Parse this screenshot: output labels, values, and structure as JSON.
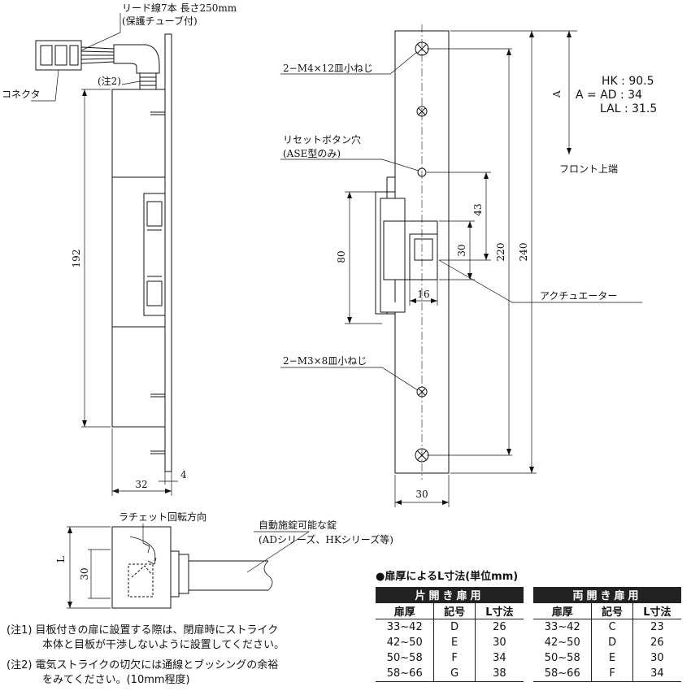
{
  "labels": {
    "lead_wire_1": "リード線7本 長さ250mm",
    "lead_wire_2": "(保護チューブ付)",
    "connector": "コネクタ",
    "note2_mark": "(注2)",
    "screw_m4": "2−M4×12皿小ねじ",
    "reset_1": "リセットボタン穴",
    "reset_2": "(ASE型のみ)",
    "actuator": "アクチュエーター",
    "screw_m3": "2−M3×8皿小ねじ",
    "front_top": "フロント上端",
    "ratchet": "ラチェット回転方向",
    "auto_lock_1": "自動施錠可能な錠",
    "auto_lock_2": "(ADシリーズ、HKシリーズ等)",
    "hk": "HK : 90.5",
    "ad": "A = AD : 34",
    "lal": "LAL : 31.5",
    "a": "A",
    "l": "L"
  },
  "dims": {
    "d192": "192",
    "d32": "32",
    "d4": "4",
    "d43": "43",
    "d80": "80",
    "d30v": "30",
    "d220": "220",
    "d240": "240",
    "d16": "16",
    "d30h": "30",
    "d30b": "30"
  },
  "notes": {
    "n1_l1": "(注1) 目板付きの扉に設置する際は、閉扉時にストライク",
    "n1_l2": "本体と目板が干渉しないように設置してください。",
    "n2_l1": "(注2) 電気ストライクの切欠には通線とブッシングの余裕",
    "n2_l2": "をみてください。(10mm程度)"
  },
  "table": {
    "title": "●扉厚によるL寸法(単位mm)",
    "single": "片開き扉用",
    "double": "両開き扉用",
    "col_thickness": "扉厚",
    "col_code": "記号",
    "col_l": "L寸法",
    "single_rows": [
      [
        "33~42",
        "D",
        "26"
      ],
      [
        "42~50",
        "E",
        "30"
      ],
      [
        "50~58",
        "F",
        "34"
      ],
      [
        "58~66",
        "G",
        "38"
      ]
    ],
    "double_rows": [
      [
        "33~42",
        "C",
        "23"
      ],
      [
        "42~50",
        "D",
        "26"
      ],
      [
        "50~58",
        "E",
        "30"
      ],
      [
        "58~66",
        "F",
        "34"
      ]
    ]
  }
}
